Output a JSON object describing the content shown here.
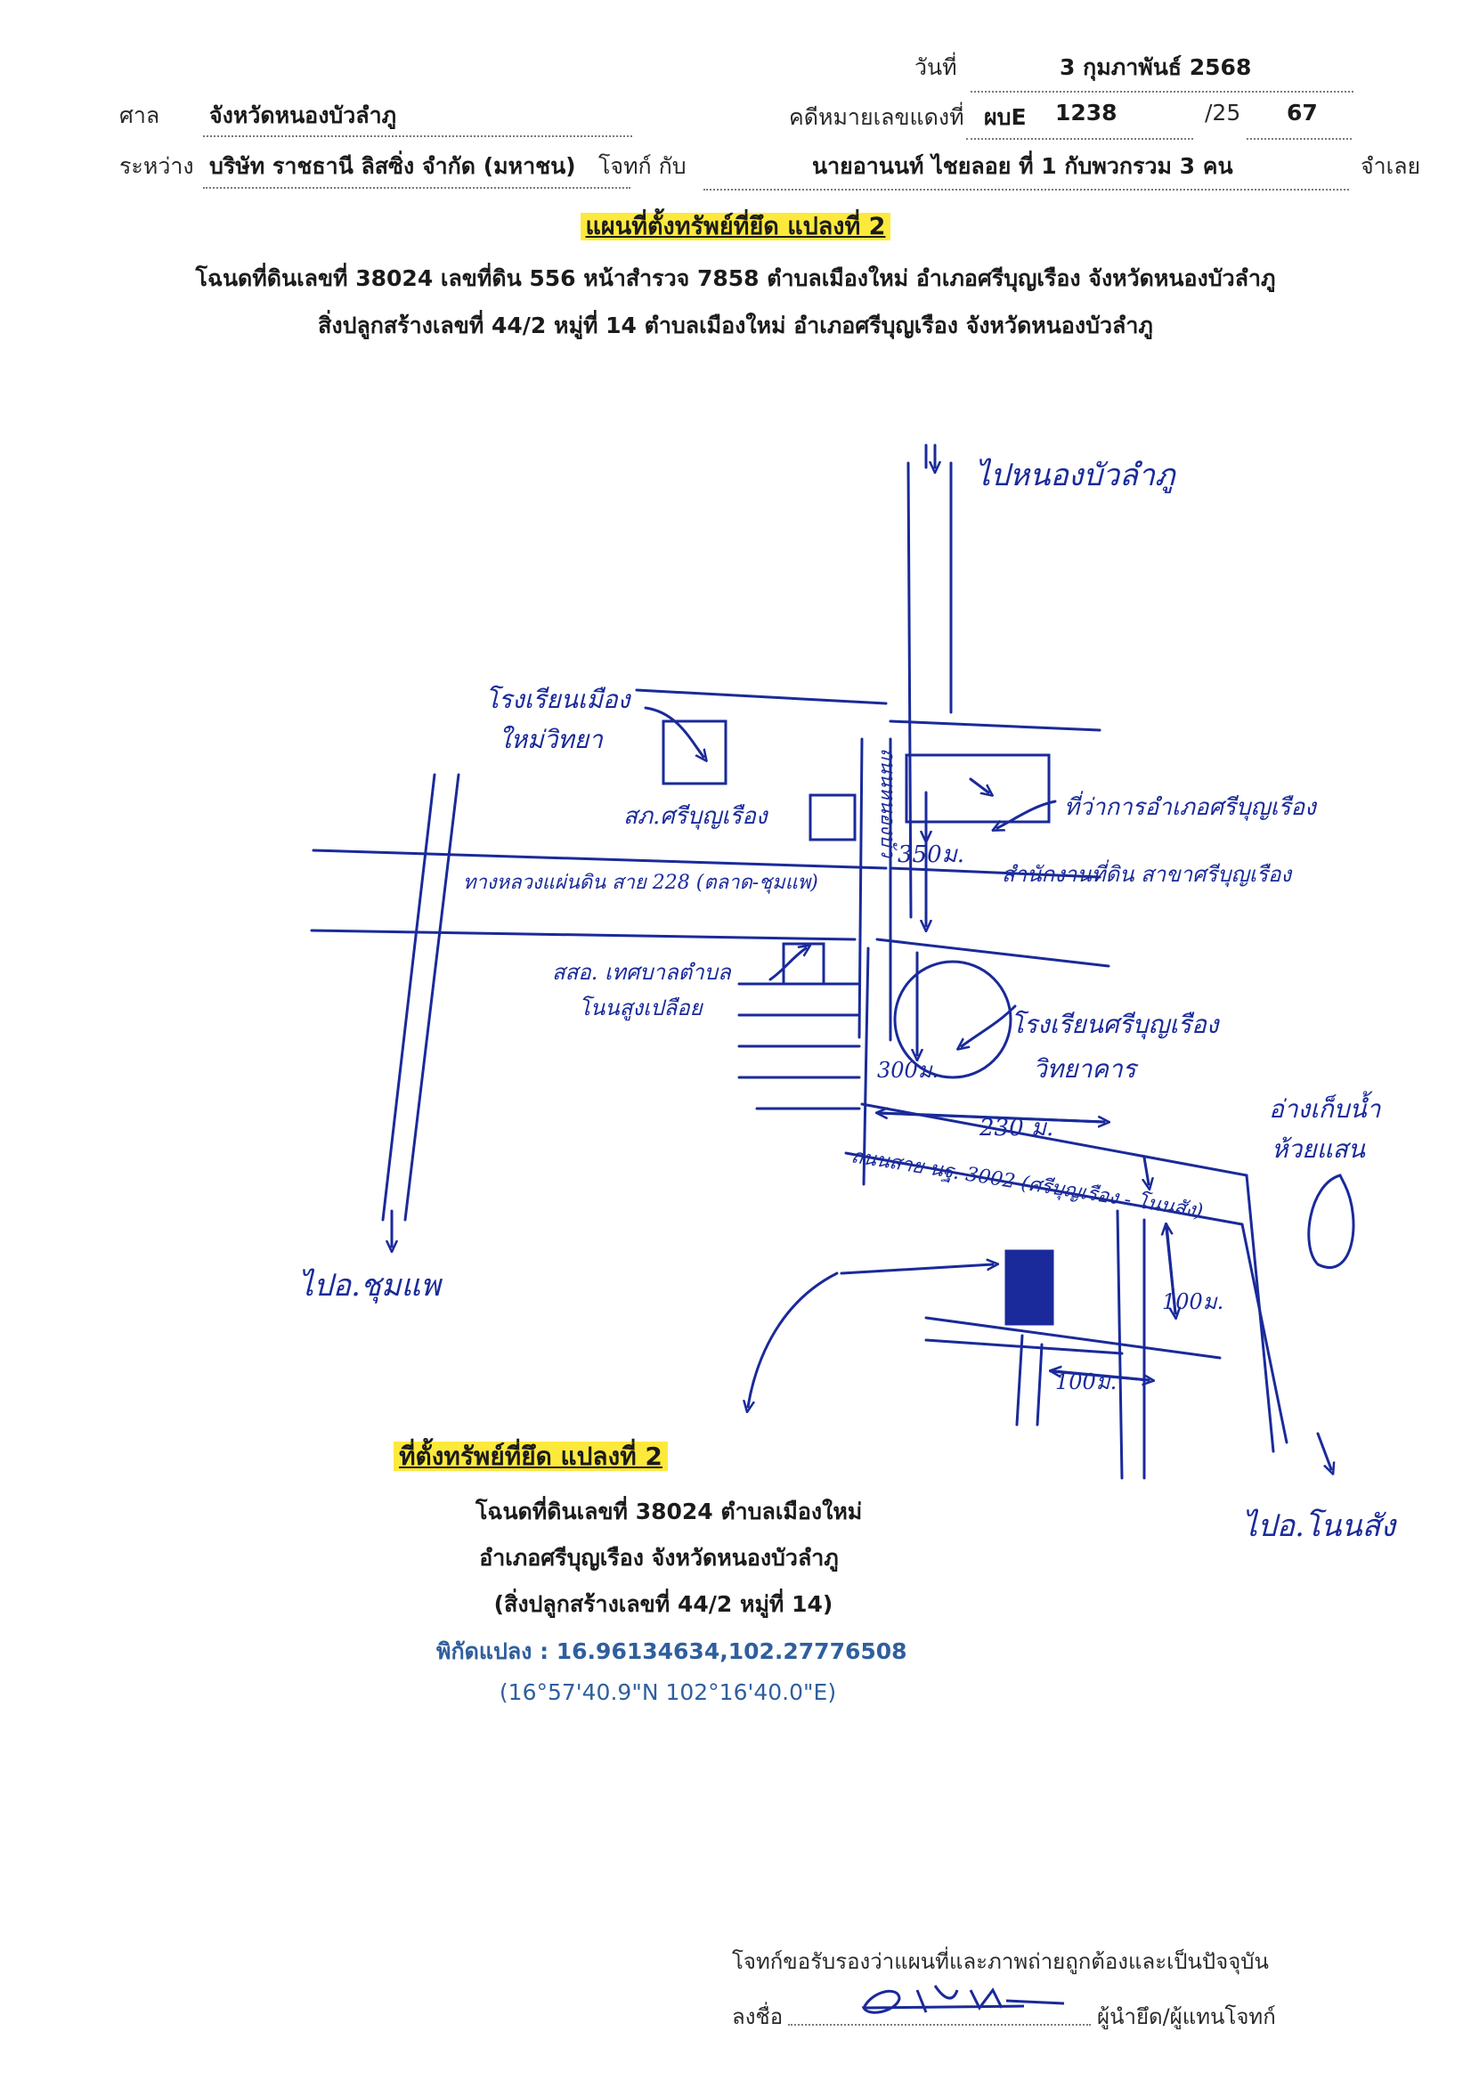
{
  "header": {
    "date_label": "วันที่",
    "date_value": "3 กุมภาพันธ์ 2568",
    "court_label": "ศาล",
    "court_value": "จังหวัดหนองบัวลำภู",
    "case_label": "คดีหมายเลขแดงที่",
    "case_prefix": "ผบE",
    "case_number": "1238",
    "case_year_prefix": "/25",
    "case_year_suffix": "67",
    "between_label": "ระหว่าง",
    "plaintiff": "บริษัท ราชธานี ลิสซิ่ง จำกัด (มหาชน)",
    "plaintiff_role": "โจทก์ กับ",
    "defendant": "นายอานนท์ ไชยลอย ที่ 1 กับพวกรวม 3 คน",
    "defendant_role": "จำเลย"
  },
  "title": "แผนที่ตั้งทรัพย์ที่ยึด แปลงที่ 2",
  "subtitle_line1": "โฉนดที่ดินเลขที่ 38024 เลขที่ดิน 556 หน้าสำรวจ 7858 ตำบลเมืองใหม่ อำเภอศรีบุญเรือง จังหวัดหนองบัวลำภู",
  "subtitle_line2": "สิ่งปลูกสร้างเลขที่ 44/2 หมู่ที่ 14 ตำบลเมืองใหม่ อำเภอศรีบุญเรือง จังหวัดหนองบัวลำภู",
  "map": {
    "labels": {
      "to_nongbua": "ไปหนองบัวลำภู",
      "school_muangmai": "โรงเรียนเมือง",
      "school_muangmai_2": "ใหม่วิทยา",
      "sor_sor": "สภ.ศรีบุญเรือง",
      "district_office": "ที่ว่าการอำเภอศรีบุญเรือง",
      "land_office": "สำนักงานที่ดิน สาขาศรีบุญเรือง",
      "dist_350": "350ม.",
      "highway_228": "ทางหลวงแผ่นดิน สาย 228 (ตลาด-ชุมแพ)",
      "road_vertical": "ถนนหนองบัว",
      "hospital": "สสอ. เทศบาลตำบล",
      "hospital_2": "โนนสูงเปลือย",
      "school_sriboon": "โรงเรียนศรีบุญเรือง",
      "school_sriboon_2": "วิทยาคาร",
      "dist_300": "300ม.",
      "dist_230": "230 ม.",
      "road_3002": "ถนนสาย นฐ. 3002 (ศรีบุญเรือง - โนนสัง)",
      "reservoir": "อ่างเก็บน้ำ",
      "reservoir_2": "ห้วยแสน",
      "dist_100_v": "100ม.",
      "dist_100_h": "100ม.",
      "to_chumphae": "ไปอ.ชุมแพ",
      "to_nonsang": "ไปอ.โนนสัง"
    }
  },
  "location_box": {
    "title": "ที่ตั้งทรัพย์ที่ยึด แปลงที่ 2",
    "line1": "โฉนดที่ดินเลขที่ 38024 ตำบลเมืองใหม่",
    "line2": "อำเภอศรีบุญเรือง จังหวัดหนองบัวลำภู",
    "line3": "(สิ่งปลูกสร้างเลขที่ 44/2 หมู่ที่ 14)",
    "coord_label": "พิกัดแปลง : 16.96134634,102.27776508",
    "coord_dms": "(16°57'40.9\"N 102°16'40.0\"E)"
  },
  "footer": {
    "certify": "โจทก์ขอรับรองว่าแผนที่และภาพถ่ายถูกต้องและเป็นปัจจุบัน",
    "sign_label": "ลงชื่อ",
    "sign_role": "ผู้นำยึด/ผู้แทนโจทก์"
  },
  "colors": {
    "ink": "#1a2a9a",
    "highlight": "#fde93c",
    "coord": "#2f5f9e"
  }
}
